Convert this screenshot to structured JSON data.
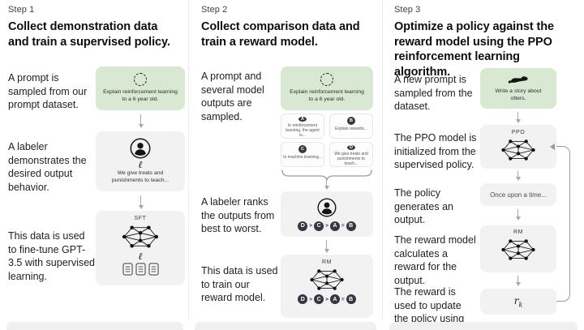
{
  "colors": {
    "green_box": "#d8e8d2",
    "gray_box": "#f2f2f2",
    "chip_bg": "#353740",
    "arrow": "#a8a8a8"
  },
  "step1": {
    "label": "Step 1",
    "heading": "Collect demonstration data and train a supervised policy.",
    "row1_text": "A prompt is sampled from our prompt dataset.",
    "prompt": "Explain reinforcement learning to a 6 year old.",
    "row2_text": "A labeler demonstrates the desired output behavior.",
    "demo_caption": "We give treats and punishments to teach...",
    "row3_text": "This data is used to fine-tune GPT-3.5 with supervised learning.",
    "model_label": "SFT"
  },
  "step2": {
    "label": "Step 2",
    "heading": "Collect comparison data and train a reward model.",
    "row1_text": "A prompt and several model outputs are sampled.",
    "prompt": "Explain reinforcement learning to a 6 year old.",
    "outputs": [
      {
        "id": "A",
        "text": "In reinforcement learning, the agent is..."
      },
      {
        "id": "B",
        "text": "Explain rewards..."
      },
      {
        "id": "C",
        "text": "In machine learning..."
      },
      {
        "id": "D",
        "text": "We give treats and punishments to teach..."
      }
    ],
    "row2_text": "A labeler ranks the outputs from best to worst.",
    "ranking": [
      "D",
      ">",
      "C",
      ">",
      "A",
      "=",
      "B"
    ],
    "row3_text": "This data is used to train our reward model.",
    "model_label": "RM"
  },
  "step3": {
    "label": "Step 3",
    "heading": "Optimize a policy against the reward model using the PPO reinforcement learning algorithm.",
    "row1_text": "A new prompt is sampled from the dataset.",
    "prompt": "Write a story about otters.",
    "row2_text": "The PPO model is initialized from the supervised policy.",
    "ppo_label": "PPO",
    "row3_text": "The policy generates an output.",
    "output_caption": "Once upon a time...",
    "row4_text": "The reward model calculates a reward for the output.",
    "rm_label": "RM",
    "row5_text": "The reward is used to update the policy using PPO.",
    "reward_symbol": "r",
    "reward_subscript": "k"
  }
}
